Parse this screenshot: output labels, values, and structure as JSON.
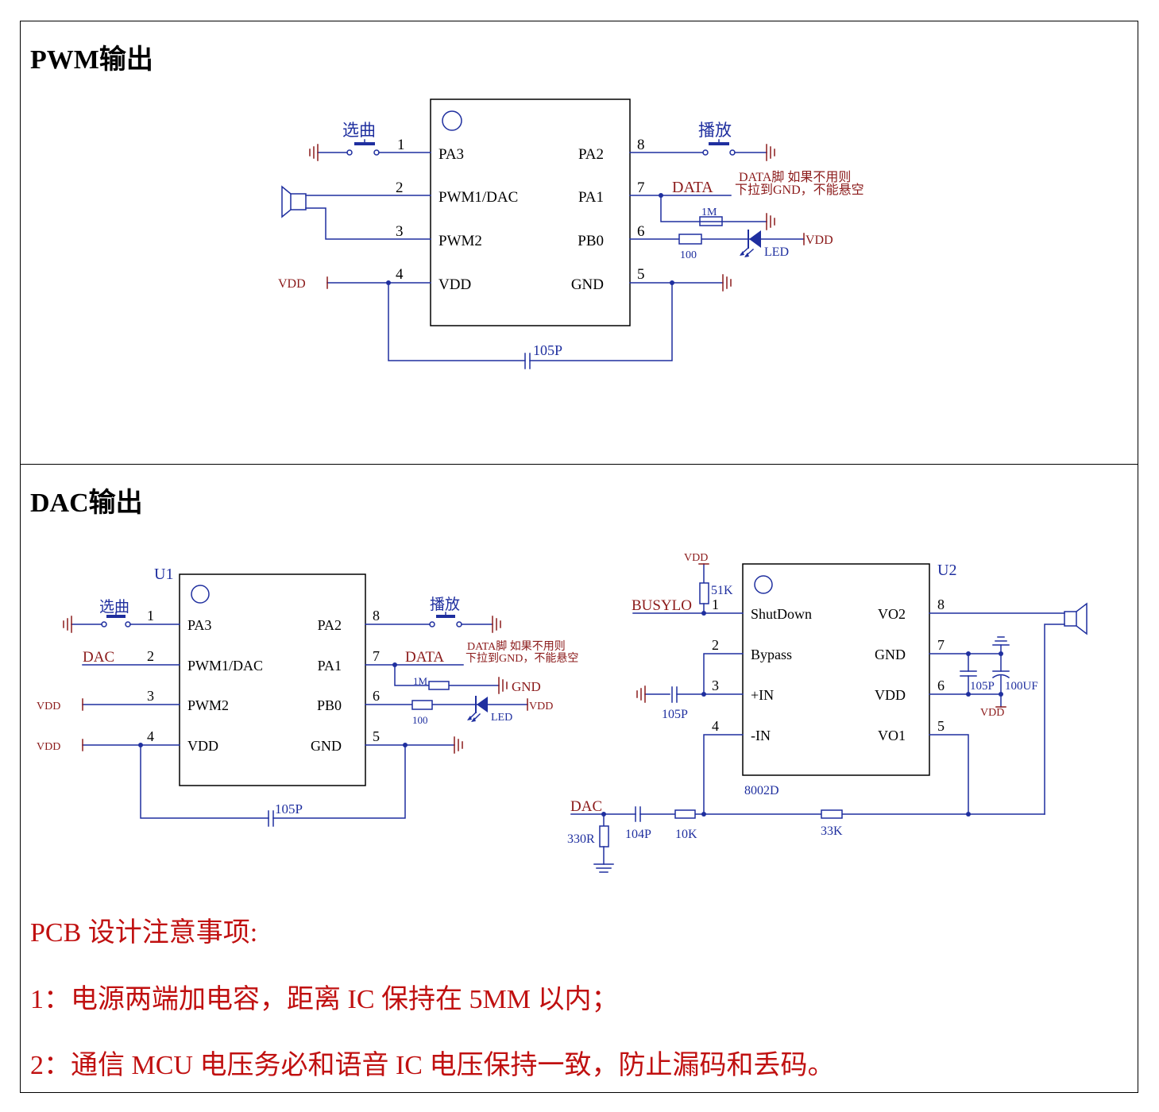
{
  "sections": {
    "pwm_title": "PWM输出",
    "dac_title": "DAC输出"
  },
  "colors": {
    "wire": "#1f2f9f",
    "label": "#1f2f9f",
    "net": "#8b1a1a",
    "body": "#000000",
    "note": "#c01010"
  },
  "pwm": {
    "button_left": "选曲",
    "button_right": "播放",
    "pins": {
      "p1": "1",
      "p2": "2",
      "p3": "3",
      "p4": "4",
      "p5": "5",
      "p6": "6",
      "p7": "7",
      "p8": "8"
    },
    "chip_left": [
      "PA3",
      "PWM1/DAC",
      "PWM2",
      "VDD"
    ],
    "chip_right": [
      "PA2",
      "PA1",
      "PB0",
      "GND"
    ],
    "data_net": "DATA",
    "data_note_1": "DATA脚 如果不用则",
    "data_note_2": "下拉到GND，不能悬空",
    "r_pulldown": "1M",
    "r_led": "100",
    "led": "LED",
    "vdd_right": "VDD",
    "vdd_left": "VDD",
    "cap": "105P"
  },
  "dac_u1": {
    "ref": "U1",
    "button_left": "选曲",
    "button_right": "播放",
    "pins": {
      "p1": "1",
      "p2": "2",
      "p3": "3",
      "p4": "4",
      "p5": "5",
      "p6": "6",
      "p7": "7",
      "p8": "8"
    },
    "chip_left": [
      "PA3",
      "PWM1/DAC",
      "PWM2",
      "VDD"
    ],
    "chip_right": [
      "PA2",
      "PA1",
      "PB0",
      "GND"
    ],
    "dac_net": "DAC",
    "vdd_pin3": "VDD",
    "vdd_pin4": "VDD",
    "data_net": "DATA",
    "data_note_1": "DATA脚 如果不用则",
    "data_note_2": "下拉到GND，不能悬空",
    "r_pulldown": "1M",
    "gnd_net": "GND",
    "r_led": "100",
    "led": "LED",
    "vdd_right": "VDD",
    "cap": "105P"
  },
  "dac_u2": {
    "ref": "U2",
    "part": "8002D",
    "vdd_top": "VDD",
    "r_top": "51K",
    "busy_net": "BUSYLO",
    "pins": {
      "p1": "1",
      "p2": "2",
      "p3": "3",
      "p4": "4",
      "p5": "5",
      "p6": "6",
      "p7": "7",
      "p8": "8"
    },
    "chip_left": [
      "ShutDown",
      "Bypass",
      "+IN",
      "-IN"
    ],
    "chip_right": [
      "VO2",
      "GND",
      "VDD",
      "VO1"
    ],
    "cap_in": "105P",
    "cap_vdd_1": "105P",
    "cap_vdd_2": "100UF",
    "vdd_bottom": "VDD",
    "dac_net": "DAC",
    "r_ground": "330R",
    "cap_series": "104P",
    "r_series": "10K",
    "r_feedback": "33K"
  },
  "notes": {
    "title": "PCB  设计注意事项:",
    "line1": "1：电源两端加电容，距离 IC 保持在 5MM 以内；",
    "line2": "2：通信 MCU 电压务必和语音 IC 电压保持一致，防止漏码和丢码。"
  }
}
